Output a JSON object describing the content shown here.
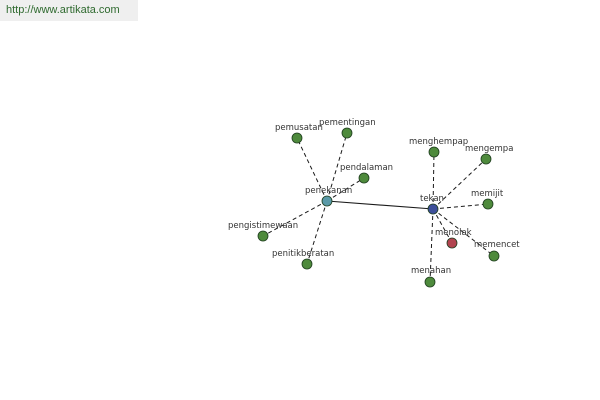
{
  "header": {
    "url": "http://www.artikata.com"
  },
  "colors": {
    "leaf": "#4e8a3c",
    "hub_pen": "#5b9aa8",
    "hub_tekan": "#3d4f9a",
    "special": "#b24450"
  },
  "graph": {
    "hubs": {
      "penekanan": "penekanan",
      "tekan": "tekan"
    },
    "left_words": {
      "pemusatan": "pemusatan",
      "pementingan": "pementingan",
      "pendalaman": "pendalaman",
      "pengistimewaan": "pengistimewaan",
      "penitikberatan": "penitikberatan"
    },
    "right_words": {
      "menghempap": "menghempap",
      "mengempa": "mengempa",
      "memijit": "memijit",
      "menolak": "menolak",
      "memencet": "memencet",
      "menahan": "menahan"
    }
  }
}
